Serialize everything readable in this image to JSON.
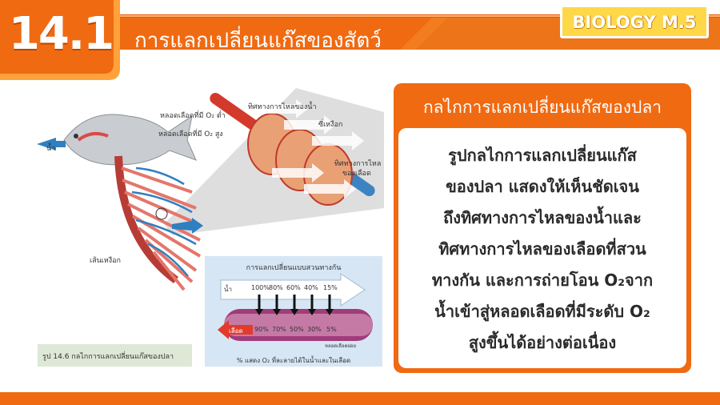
{
  "header": {
    "number": "14.1",
    "title": "การแลกเปลี่ยนแก๊สของสัตว์",
    "subject": "BIOLOGY M.5"
  },
  "figure": {
    "labels": {
      "vessel_low_o2": "หลอดเลือดที่มี O₂ ต่ำ",
      "vessel_high_o2": "หลอดเลือดที่มี O₂ สูง",
      "water_flow": "ทิศทางการไหลของน้ำ",
      "gill_filament": "ซี่เหงือก",
      "blood_flow_1": "ทิศทางการไหล",
      "blood_flow_2": "ของเลือด",
      "water": "น้ำ",
      "gill_arch": "เส้นเหงือก"
    },
    "caption": "รูป 14.6 กลไกการแลกเปลี่ยนแก๊สของปลา",
    "exchange": {
      "title": "การแลกเปลี่ยนแบบสวนทางกัน",
      "water_label": "น้ำ",
      "blood_label": "เลือด",
      "water_values": [
        "100%",
        "80%",
        "60%",
        "40%",
        "15%"
      ],
      "blood_values": [
        "90%",
        "70%",
        "50%",
        "30%",
        "5%"
      ],
      "vessel_label": "หลอดเลือดฝอย",
      "footnote": "% แสดง O₂ ที่ละลายได้ในน้ำและในเลือด"
    }
  },
  "panel": {
    "title": "กลไกการแลกเปลี่ยนแก๊สของปลา",
    "lines": [
      "รูปกลไกการแลกเปลี่ยนแก๊ส",
      "ของปลา แสดงให้เห็นชัดเจน",
      "ถึงทิศทางการไหลของน้ำและ",
      "ทิศทางการไหลของเลือดที่สวน",
      "ทางกัน และการถ่ายโอน O₂จาก",
      "น้ำเข้าสู่หลอดเลือดที่มีระดับ O₂",
      "สูงขึ้นได้อย่างต่อเนื่อง"
    ]
  },
  "colors": {
    "accent": "#f06a12",
    "accent_dark": "#e35a05",
    "badge": "#ffd84a"
  }
}
